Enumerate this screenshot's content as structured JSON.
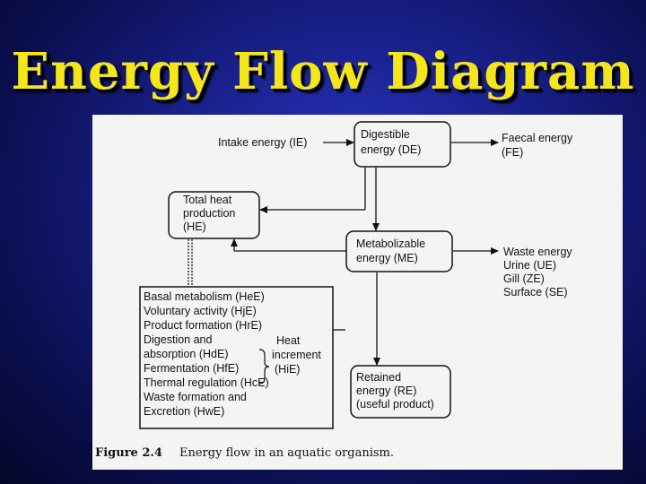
{
  "slide": {
    "title": "Energy Flow Diagram"
  },
  "diagram": {
    "intake_label": "Intake energy (IE)",
    "de_box": {
      "line1": "Digestible",
      "line2": "energy (DE)"
    },
    "faecal": {
      "line1": "Faecal energy",
      "line2": "(FE)"
    },
    "he_box": {
      "line1": "Total heat",
      "line2": "production",
      "line3": "(HE)"
    },
    "me_box": {
      "line1": "Metabolizable",
      "line2": "energy (ME)"
    },
    "waste": {
      "line1": "Waste energy",
      "line2": "Urine (UE)",
      "line3": "Gill (ZE)",
      "line4": "Surface (SE)"
    },
    "re_box": {
      "line1": "Retained",
      "line2": "energy (RE)",
      "line3": "(useful product)"
    },
    "heat_list": {
      "basal": "Basal metabolism (HeE)",
      "voluntary": "Voluntary activity (HjE)",
      "product": "Product formation (HrE)",
      "digestion1": "Digestion and",
      "digestion2": "absorption (HdE)",
      "fermentation": "Fermentation (HfE)",
      "thermal": "Thermal regulation (HcE)",
      "waste1": "Waste formation and",
      "waste2": "Excretion (HwE)"
    },
    "heat_increment": {
      "line1": "Heat",
      "line2": "increment",
      "line3": "(HiE)"
    }
  },
  "caption": {
    "number": "Figure 2.4",
    "text": "Energy flow in an aquatic organism."
  }
}
